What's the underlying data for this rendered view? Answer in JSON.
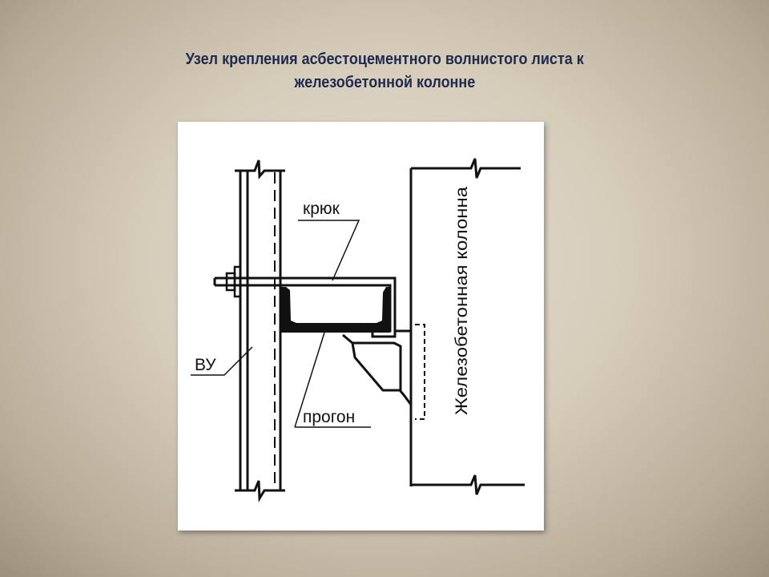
{
  "slide": {
    "title_line1": "Узел крепления асбестоцементного волнистого листа к",
    "title_line2": "железобетонной колонне"
  },
  "diagram": {
    "labels": {
      "hook": "крюк",
      "wall": "ВУ",
      "purlin": "прогон",
      "column": "Железобетонная колонна"
    }
  }
}
